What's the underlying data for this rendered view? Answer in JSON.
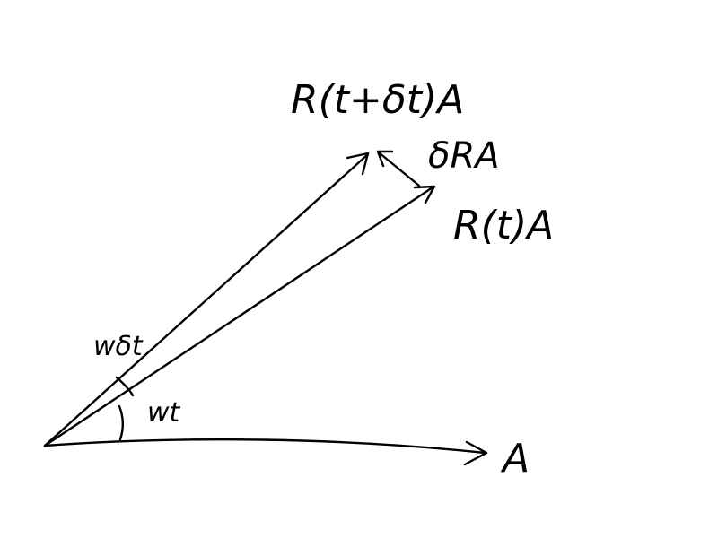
{
  "diagram": {
    "labels": {
      "rotated_next": "R(t+δt)A",
      "delta": "δRA",
      "rotated": "R(t)A",
      "base": "A",
      "angle_small": "wδt",
      "angle_large": "wt"
    },
    "colors": {
      "ink": "#000000",
      "background": "#ffffff"
    }
  }
}
